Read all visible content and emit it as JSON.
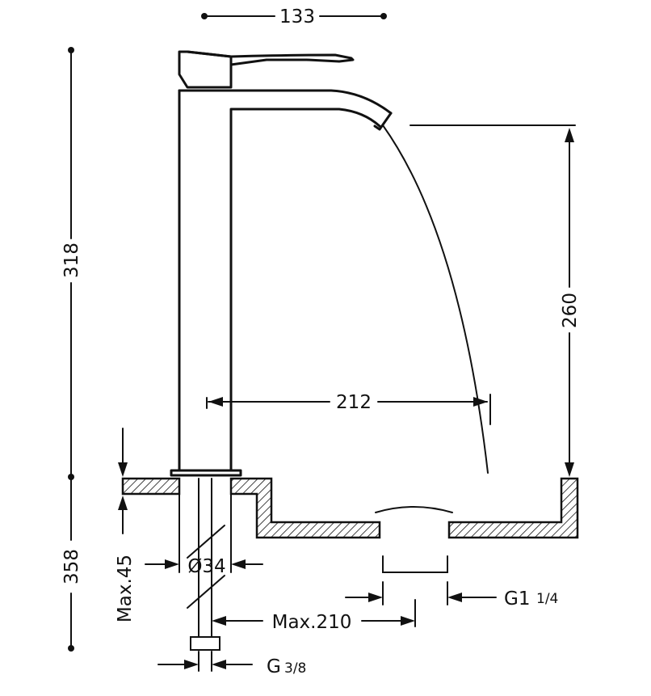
{
  "dimensions": {
    "width_top": "133",
    "total_height": "318",
    "spout_height": "260",
    "spout_reach": "212",
    "overall_height": "358",
    "max_counter_thickness": "Max.45",
    "hole_diameter": "Ø34",
    "max_hose_length": "Max.210",
    "drain_thread": "G1",
    "drain_thread_fraction": "1/4",
    "supply_thread": "G",
    "supply_thread_fraction": "3/8"
  }
}
